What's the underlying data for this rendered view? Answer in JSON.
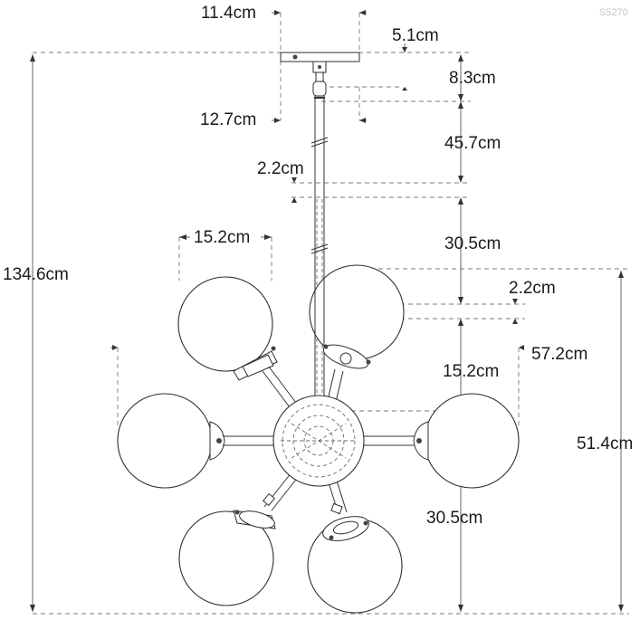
{
  "product_code": "S5270",
  "dimensions": {
    "canopy_width": "11.4cm",
    "canopy_height": "5.1cm",
    "loop_height": "8.3cm",
    "loop_width": "12.7cm",
    "stem_top_length": "45.7cm",
    "stem_dia_top": "2.2cm",
    "stem_bottom_length": "30.5cm",
    "globe_dia": "15.2cm",
    "stem_dia_bottom": "2.2cm",
    "overall_width": "57.2cm",
    "hub_offset": "15.2cm",
    "fixture_height": "51.4cm",
    "overall_height": "134.6cm",
    "lower_drop": "30.5cm"
  }
}
